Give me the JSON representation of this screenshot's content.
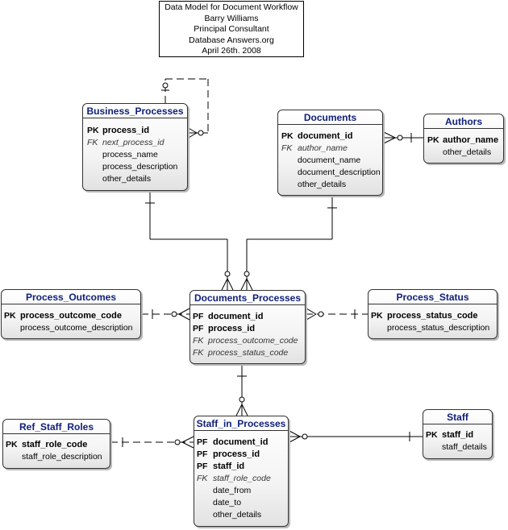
{
  "title_block": {
    "lines": [
      "Data Model for Document Workflow",
      "Barry Williams",
      "Principal Consultant",
      "Database Answers.org",
      "April 26th. 2008"
    ]
  },
  "entities": {
    "business_processes": {
      "name": "Business_Processes",
      "attrs": [
        {
          "key": "PK",
          "name": "process_id"
        },
        {
          "key": "FK",
          "name": "next_process_id"
        },
        {
          "key": "",
          "name": "process_name"
        },
        {
          "key": "",
          "name": "process_description"
        },
        {
          "key": "",
          "name": "other_details"
        }
      ]
    },
    "documents": {
      "name": "Documents",
      "attrs": [
        {
          "key": "PK",
          "name": "document_id"
        },
        {
          "key": "FK",
          "name": "author_name"
        },
        {
          "key": "",
          "name": "document_name"
        },
        {
          "key": "",
          "name": "document_description"
        },
        {
          "key": "",
          "name": "other_details"
        }
      ]
    },
    "authors": {
      "name": "Authors",
      "attrs": [
        {
          "key": "PK",
          "name": "author_name"
        },
        {
          "key": "",
          "name": "other_details"
        }
      ]
    },
    "process_outcomes": {
      "name": "Process_Outcomes",
      "attrs": [
        {
          "key": "PK",
          "name": "process_outcome_code"
        },
        {
          "key": "",
          "name": "process_outcome_description"
        }
      ]
    },
    "documents_processes": {
      "name": "Documents_Processes",
      "attrs": [
        {
          "key": "PF",
          "name": "document_id"
        },
        {
          "key": "PF",
          "name": "process_id"
        },
        {
          "key": "FK",
          "name": "process_outcome_code"
        },
        {
          "key": "FK",
          "name": "process_status_code"
        }
      ]
    },
    "process_status": {
      "name": "Process_Status",
      "attrs": [
        {
          "key": "PK",
          "name": "process_status_code"
        },
        {
          "key": "",
          "name": "process_status_description"
        }
      ]
    },
    "ref_staff_roles": {
      "name": "Ref_Staff_Roles",
      "attrs": [
        {
          "key": "PK",
          "name": "staff_role_code"
        },
        {
          "key": "",
          "name": "staff_role_description"
        }
      ]
    },
    "staff_in_processes": {
      "name": "Staff_in_Processes",
      "attrs": [
        {
          "key": "PF",
          "name": "document_id"
        },
        {
          "key": "PF",
          "name": "process_id"
        },
        {
          "key": "PF",
          "name": "staff_id"
        },
        {
          "key": "FK",
          "name": "staff_role_code"
        },
        {
          "key": "",
          "name": "date_from"
        },
        {
          "key": "",
          "name": "date_to"
        },
        {
          "key": "",
          "name": "other_details"
        }
      ]
    },
    "staff": {
      "name": "Staff",
      "attrs": [
        {
          "key": "PK",
          "name": "staff_id"
        },
        {
          "key": "",
          "name": "staff_details"
        }
      ]
    }
  },
  "relationships": [
    {
      "from": "Business_Processes",
      "to": "Business_Processes",
      "style": "dashed"
    },
    {
      "from": "Authors",
      "to": "Documents",
      "style": "solid"
    },
    {
      "from": "Business_Processes",
      "to": "Documents_Processes",
      "style": "solid"
    },
    {
      "from": "Documents",
      "to": "Documents_Processes",
      "style": "solid"
    },
    {
      "from": "Process_Outcomes",
      "to": "Documents_Processes",
      "style": "dashed"
    },
    {
      "from": "Process_Status",
      "to": "Documents_Processes",
      "style": "dashed"
    },
    {
      "from": "Documents_Processes",
      "to": "Staff_in_Processes",
      "style": "solid"
    },
    {
      "from": "Ref_Staff_Roles",
      "to": "Staff_in_Processes",
      "style": "dashed"
    },
    {
      "from": "Staff",
      "to": "Staff_in_Processes",
      "style": "solid"
    }
  ]
}
